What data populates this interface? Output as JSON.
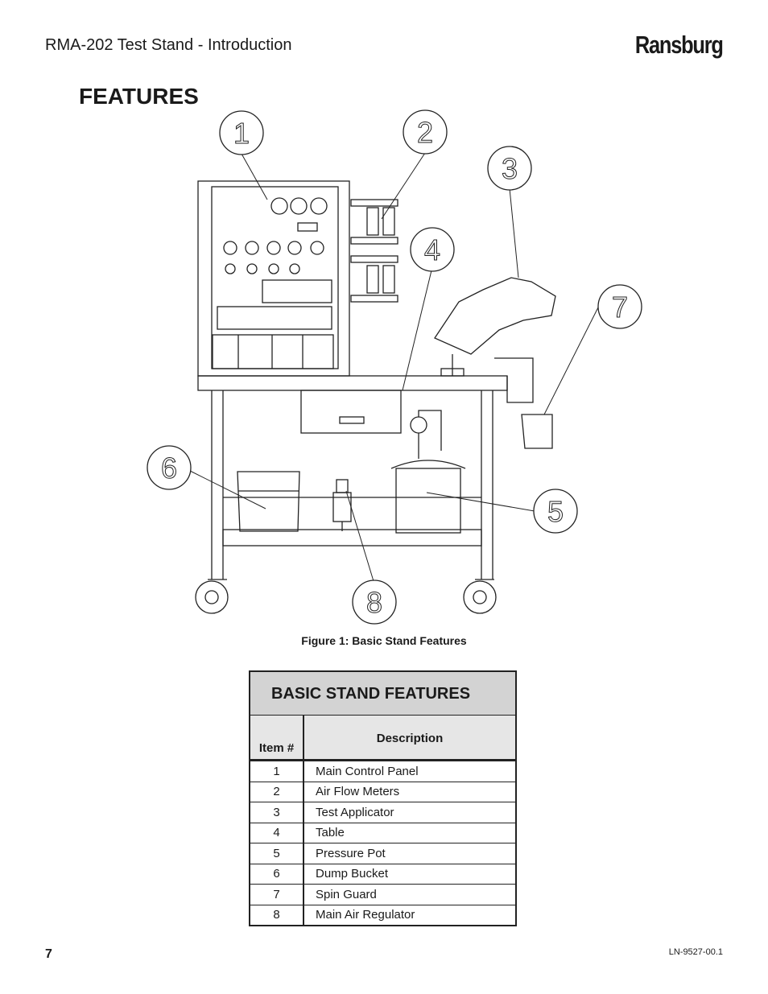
{
  "header": {
    "title": "RMA-202 Test Stand - Introduction",
    "brand": "Ransburg"
  },
  "section": {
    "title": "FEATURES"
  },
  "figure": {
    "caption": "Figure 1:  Basic Stand Features",
    "callouts": [
      "1",
      "2",
      "3",
      "4",
      "5",
      "6",
      "7",
      "8"
    ]
  },
  "features_table": {
    "title": "BASIC STAND FEATURES",
    "headers": {
      "item": "Item #",
      "description": "Description"
    },
    "rows": [
      {
        "item": "1",
        "description": "Main Control Panel"
      },
      {
        "item": "2",
        "description": "Air Flow Meters"
      },
      {
        "item": "3",
        "description": "Test Applicator"
      },
      {
        "item": "4",
        "description": "Table"
      },
      {
        "item": "5",
        "description": "Pressure Pot"
      },
      {
        "item": "6",
        "description": "Dump Bucket"
      },
      {
        "item": "7",
        "description": "Spin  Guard"
      },
      {
        "item": "8",
        "description": "Main Air Regulator"
      }
    ]
  },
  "footer": {
    "page_number": "7",
    "doc_id": "LN-9527-00.1"
  }
}
